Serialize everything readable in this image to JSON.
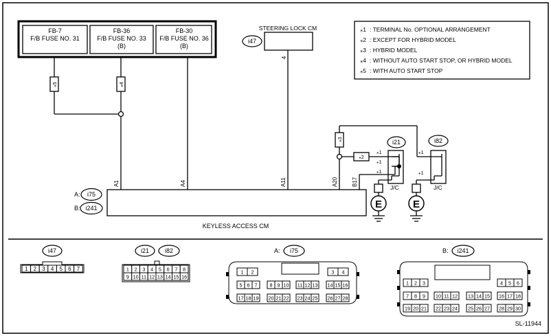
{
  "fuses": [
    {
      "id": "FB-7",
      "label": "F/B FUSE NO. 31",
      "sub": ""
    },
    {
      "id": "FB-36",
      "label": "F/B FUSE NO. 33",
      "sub": "(B)"
    },
    {
      "id": "FB-30",
      "label": "F/B FUSE NO. 36",
      "sub": "(B)"
    }
  ],
  "steering_lock": {
    "title": "STEERING LOCK CM",
    "connector": "i47",
    "pin": "4"
  },
  "legend": [
    {
      "mark": "⁎1",
      "text": ": TERMINAL No. OPTIONAL ARRANGEMENT"
    },
    {
      "mark": "⁎2",
      "text": ": EXCEPT FOR HYBRID MODEL"
    },
    {
      "mark": "⁎3",
      "text": ": HYBRID MODEL"
    },
    {
      "mark": "⁎4",
      "text": ": WITHOUT AUTO START STOP, OR HYBRID MODEL"
    },
    {
      "mark": "⁎5",
      "text": ": WITH AUTO START STOP"
    }
  ],
  "marks": {
    "m1": "⁎1",
    "m2": "⁎2",
    "m3": "⁎3",
    "m4": "⁎4",
    "m5": "⁎5"
  },
  "keyless": {
    "title": "KEYLESS ACCESS CM",
    "conn_a_label": "A:",
    "conn_a": "i75",
    "conn_b_label": "B:",
    "conn_b": "i241",
    "pins": [
      "A1",
      "A4",
      "A11",
      "A20",
      "B17"
    ]
  },
  "jc": {
    "left_conn": "i21",
    "right_conn": "i82",
    "label": "J/C",
    "ground": "E"
  },
  "connectors": {
    "i47": {
      "name": "i47",
      "pins": [
        "1",
        "2",
        "3",
        "4",
        "5",
        "6",
        "7"
      ]
    },
    "i21_i82": {
      "names": [
        "i21",
        "i82"
      ],
      "row1": [
        "1",
        "2",
        "3",
        "4",
        "5",
        "6",
        "7",
        "8"
      ],
      "row2": [
        "9",
        "10",
        "11",
        "12",
        "13",
        "14",
        "15",
        "16"
      ]
    },
    "i75": {
      "prefix": "A:",
      "name": "i75",
      "row1": [
        "1",
        "2",
        "3",
        "4"
      ],
      "row2": [
        "5",
        "6",
        "7",
        "8",
        "9",
        "10",
        "11",
        "12",
        "13",
        "14",
        "15",
        "16"
      ],
      "row3": [
        "17",
        "18",
        "19",
        "20",
        "21",
        "22",
        "23",
        "24",
        "25",
        "26",
        "27",
        "28"
      ]
    },
    "i241": {
      "prefix": "B:",
      "name": "i241",
      "row1": [
        "1",
        "2",
        "3",
        "4",
        "5",
        "6"
      ],
      "row2": [
        "7",
        "8",
        "9",
        "10",
        "11",
        "12",
        "13",
        "14",
        "15",
        "16",
        "17",
        "18"
      ],
      "row3": [
        "19",
        "20",
        "21",
        "22",
        "23",
        "24",
        "25",
        "26",
        "27",
        "28",
        "29",
        "30"
      ]
    }
  },
  "diagram_id": "SL-11944"
}
